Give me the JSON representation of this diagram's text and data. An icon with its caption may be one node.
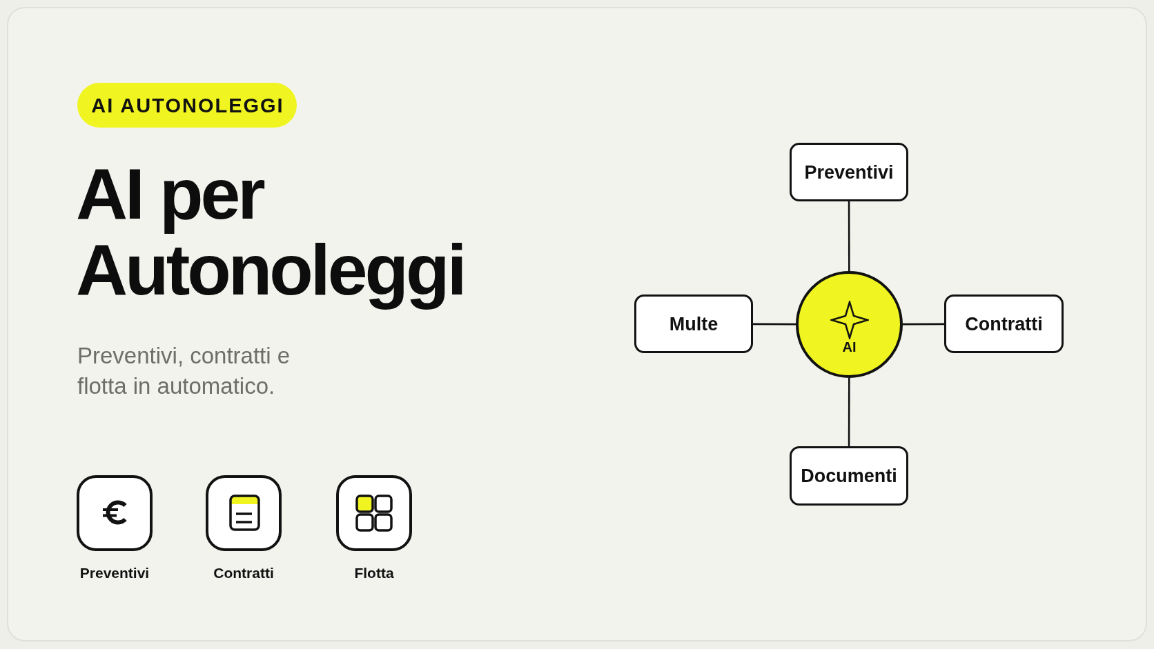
{
  "diagram": {
    "title": "AI per Autonoleggi",
    "nodes": [
      {
        "text": [
          "AI AUTONOLEGGI"
        ]
      },
      {
        "text": [
          "Preventivi"
        ]
      },
      {
        "text": [
          "Multe"
        ]
      },
      {
        "text": [
          "AI"
        ]
      },
      {
        "text": [
          "Contratti"
        ]
      },
      {
        "text": [
          "Documenti"
        ]
      }
    ],
    "edges": [
      {
        "from": 3,
        "to": 1,
        "arrow": "none"
      },
      {
        "from": 3,
        "to": 2,
        "arrow": "none"
      },
      {
        "from": 3,
        "to": 4,
        "arrow": "none"
      },
      {
        "from": 3,
        "to": 5,
        "arrow": "none"
      }
    ],
    "labels": [
      "Preventivi, contratti e flotta in automatico.",
      "Preventivi",
      "Contratti",
      "Flotta"
    ]
  }
}
